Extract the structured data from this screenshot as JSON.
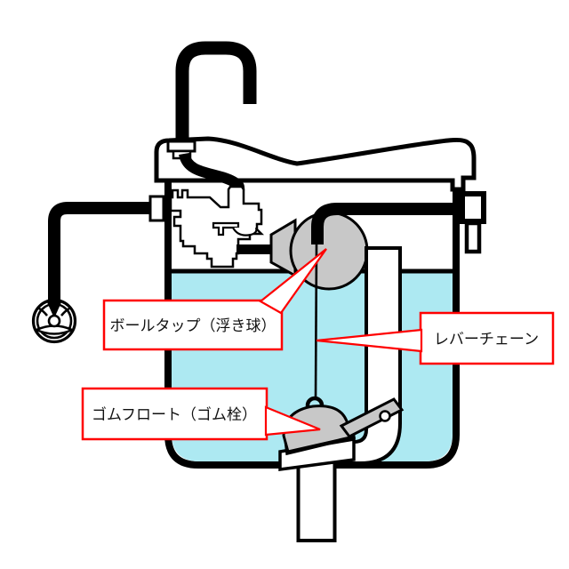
{
  "diagram": {
    "callouts": [
      {
        "id": "ball_tap",
        "label": "ボールタップ（浮き球）"
      },
      {
        "id": "lever_chain",
        "label": "レバーチェーン"
      },
      {
        "id": "rubber_float",
        "label": "ゴムフロート（ゴム栓）"
      }
    ],
    "colors": {
      "water": "#ADE9F2",
      "metal_gray": "#C8C8C8",
      "callout_border": "#FF0000",
      "outline": "#000000",
      "background": "#FFFFFF"
    }
  }
}
